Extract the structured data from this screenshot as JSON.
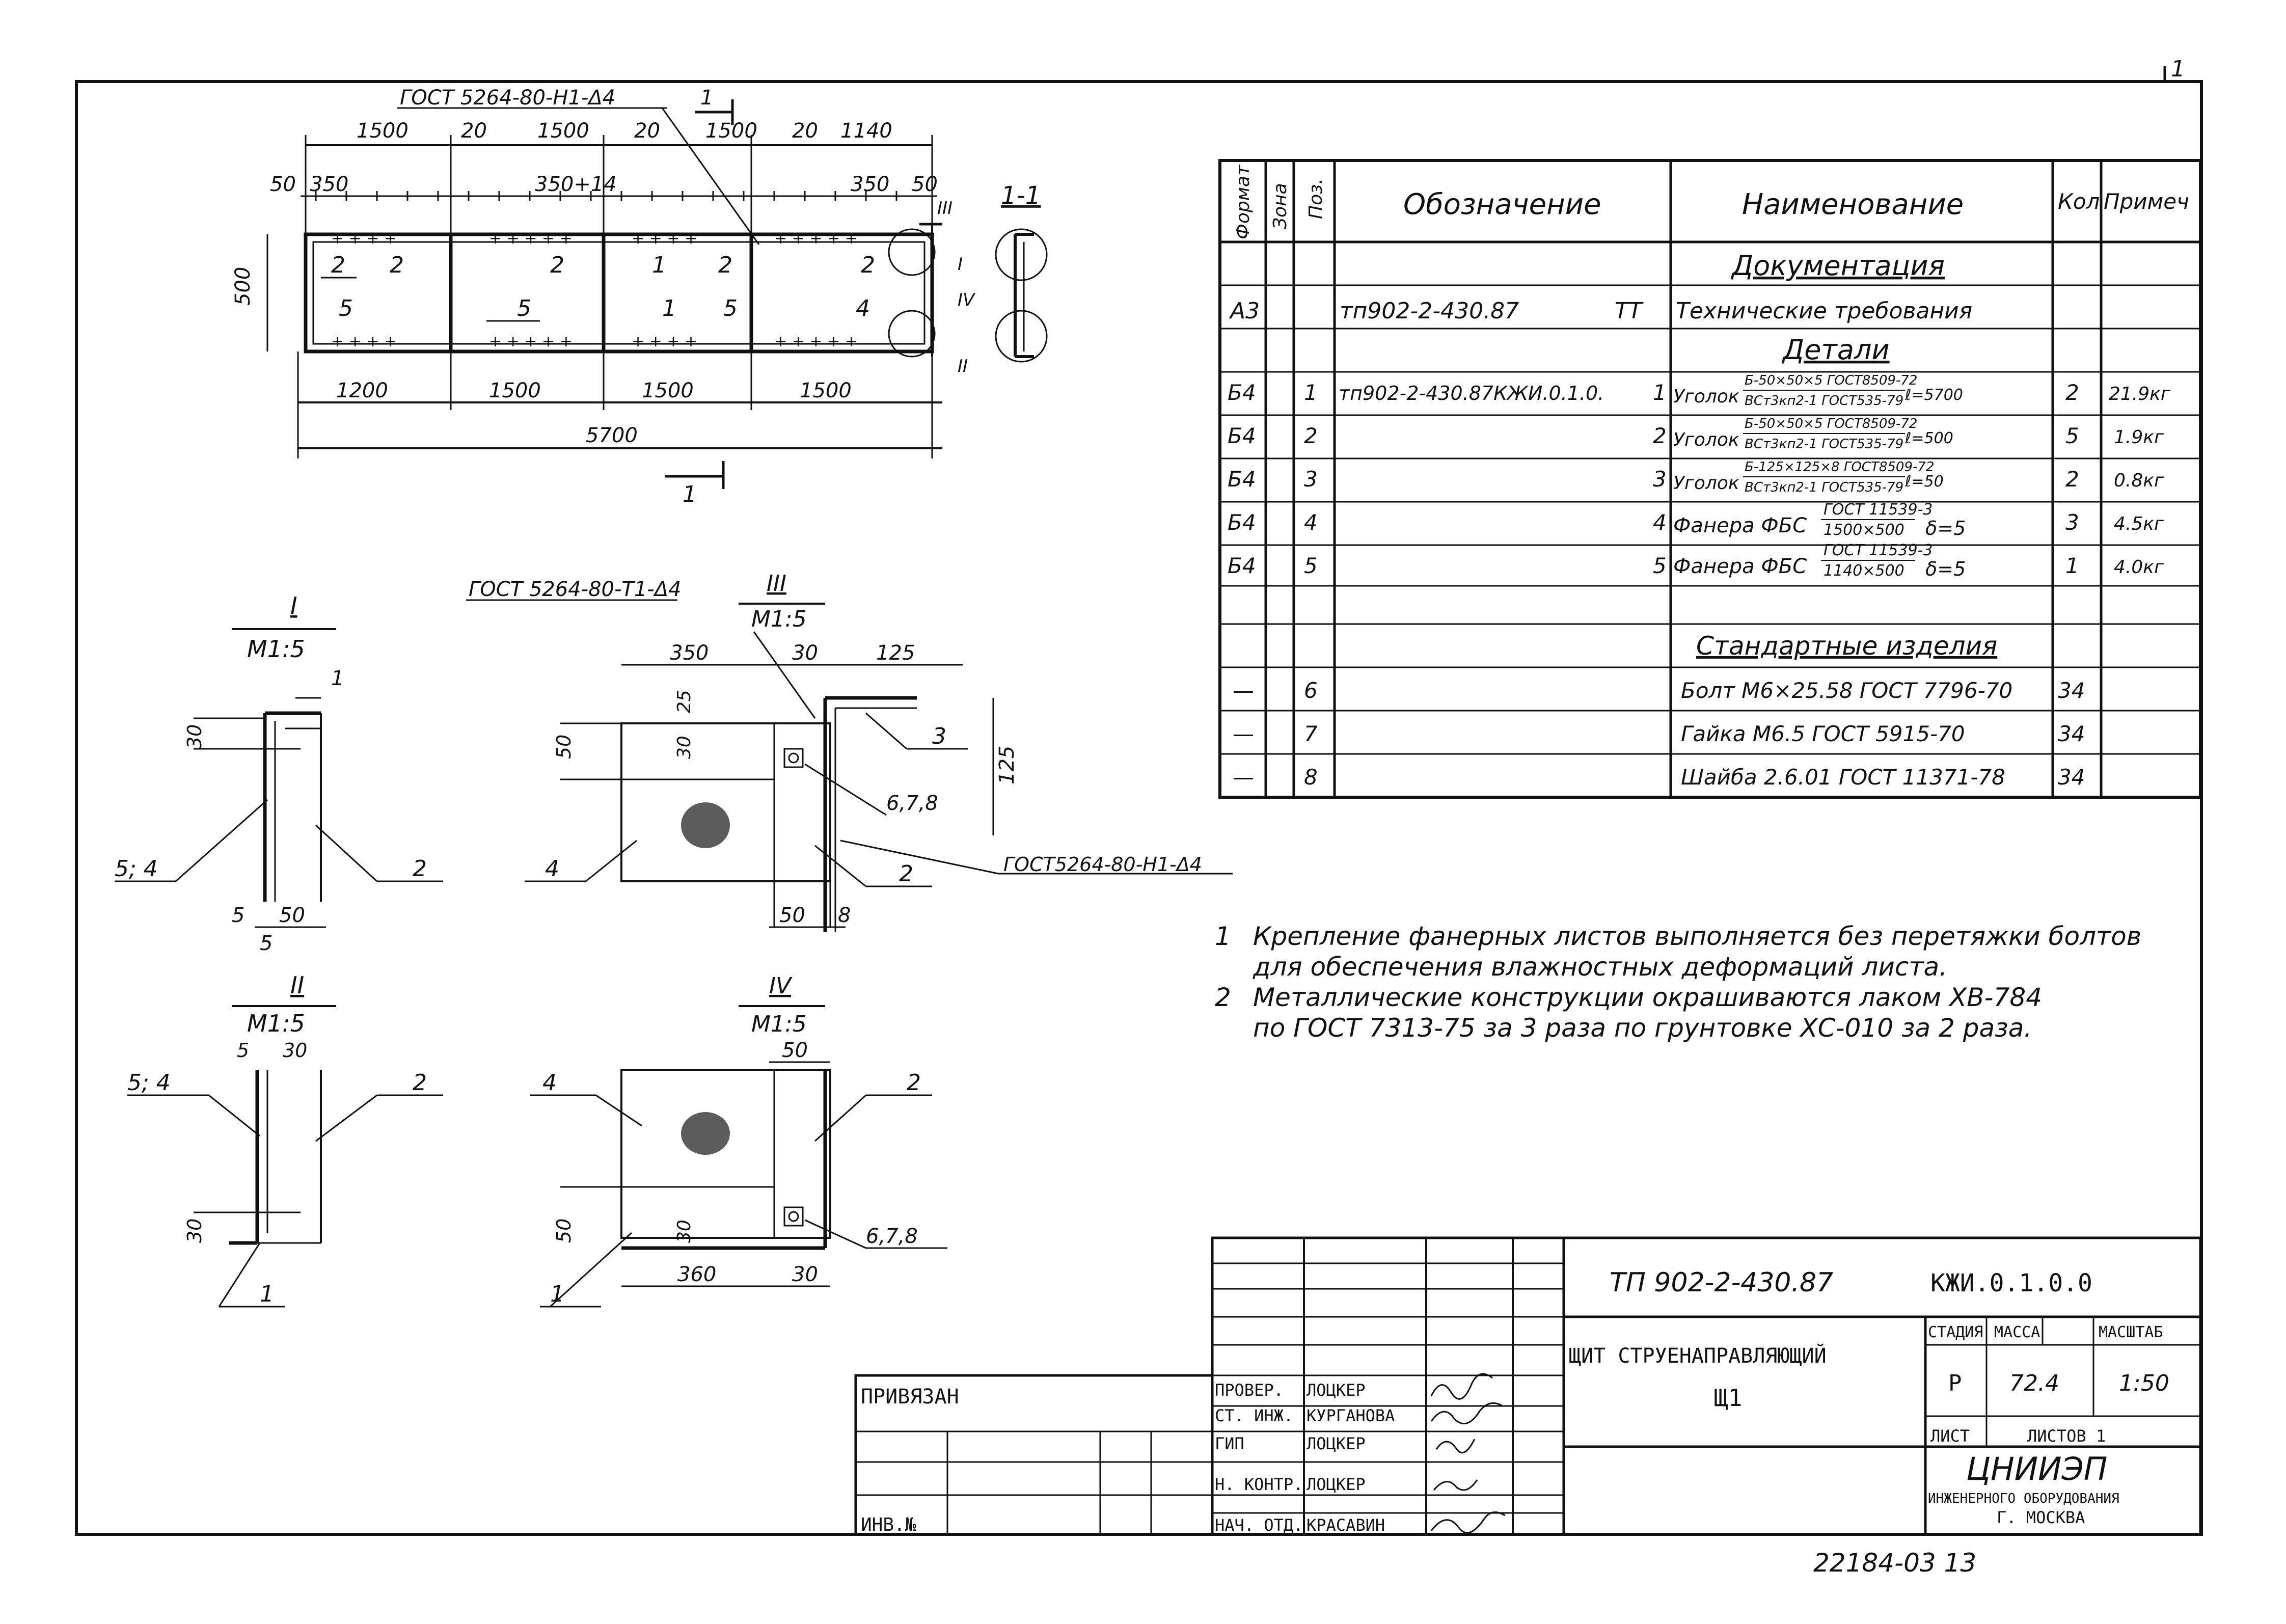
{
  "corner_mark": "1",
  "drawing": {
    "dims_top": [
      "1500",
      "20",
      "1500",
      "20",
      "1500",
      "20",
      "1140"
    ],
    "dims_second": [
      "50",
      "350",
      "350+14",
      "350",
      "50"
    ],
    "dim_height": "500",
    "dims_bottom": [
      "1200",
      "1500",
      "1500",
      "1500"
    ],
    "dim_total": "5700",
    "weld_top": "ГОСТ 5264-80-Н1-Δ4",
    "section_mark": "1",
    "section_title": "1-1",
    "part_labels_top": [
      "2",
      "2",
      "2",
      "1",
      "2",
      "2"
    ],
    "part_labels_bottom": [
      "5",
      "5",
      "1",
      "5",
      "4"
    ],
    "callouts": [
      "III",
      "I",
      "IV",
      "II"
    ]
  },
  "detail_I": {
    "title": "I",
    "scale": "М1:5",
    "labels": [
      "1",
      "30",
      "5; 4",
      "2",
      "5",
      "50",
      "5"
    ]
  },
  "detail_III": {
    "weld": "ГОСТ 5264-80-Т1-Δ4",
    "title": "III",
    "scale": "М1:5",
    "dims": [
      "350",
      "30",
      "125",
      "25",
      "50",
      "30",
      "125",
      "50",
      "8"
    ],
    "labels": [
      "3",
      "6,7,8",
      "4",
      "2"
    ],
    "weld2": "ГОСТ5264-80-Н1-Δ4"
  },
  "detail_II": {
    "title": "II",
    "scale": "М1:5",
    "labels": [
      "5",
      "30",
      "5; 4",
      "2",
      "30",
      "1"
    ]
  },
  "detail_IV": {
    "title": "IV",
    "scale": "М1:5",
    "labels": [
      "50",
      "4",
      "2",
      "50",
      "30",
      "6,7,8",
      "1",
      "360",
      "30"
    ]
  },
  "spec": {
    "headers": [
      "Формат",
      "Зона",
      "Поз.",
      "Обозначение",
      "Наименование",
      "Кол",
      "Примеч"
    ],
    "section_docs": "Документация",
    "doc_row": {
      "format": "А3",
      "designation": "тп902-2-430.87",
      "code": "ТТ",
      "name": "Технические требования"
    },
    "section_parts": "Детали",
    "parts": [
      {
        "format": "Б4",
        "pos": "1",
        "designation": "тп902-2-430.87КЖИ.0.1.0.",
        "num": "1",
        "name": "Уголок",
        "spec_top": "Б-50×50×5 ГОСТ8509-72",
        "spec_bottom": "ВСт3кп2-1 ГОСТ535-79",
        "len": "ℓ=5700",
        "qty": "2",
        "note": "21.9кг"
      },
      {
        "format": "Б4",
        "pos": "2",
        "designation": "",
        "num": "2",
        "name": "Уголок",
        "spec_top": "Б-50×50×5 ГОСТ8509-72",
        "spec_bottom": "ВСт3кп2-1 ГОСТ535-79",
        "len": "ℓ=500",
        "qty": "5",
        "note": "1.9кг"
      },
      {
        "format": "Б4",
        "pos": "3",
        "designation": "",
        "num": "3",
        "name": "Уголок",
        "spec_top": "Б-125×125×8 ГОСТ8509-72",
        "spec_bottom": "ВСт3кп2-1 ГОСТ535-79",
        "len": "ℓ=50",
        "qty": "2",
        "note": "0.8кг"
      },
      {
        "format": "Б4",
        "pos": "4",
        "designation": "",
        "num": "4",
        "name": "Фанера ФБС",
        "spec_top": "ГОСТ 11539-3",
        "spec_bottom": "1500×500",
        "len": "δ=5",
        "qty": "3",
        "note": "4.5кг"
      },
      {
        "format": "Б4",
        "pos": "5",
        "designation": "",
        "num": "5",
        "name": "Фанера ФБС",
        "spec_top": "ГОСТ 11539-3",
        "spec_bottom": "1140×500",
        "len": "δ=5",
        "qty": "1",
        "note": "4.0кг"
      }
    ],
    "section_std": "Стандартные изделия",
    "std": [
      {
        "format": "—",
        "pos": "6",
        "name": "Болт М6×25.58 ГОСТ 7796-70",
        "qty": "34"
      },
      {
        "format": "—",
        "pos": "7",
        "name": "Гайка М6.5 ГОСТ 5915-70",
        "qty": "34"
      },
      {
        "format": "—",
        "pos": "8",
        "name": "Шайба 2.6.01 ГОСТ 11371-78",
        "qty": "34"
      }
    ]
  },
  "notes": [
    {
      "num": "1",
      "lines": [
        "Крепление фанерных листов выполняется без перетяжки болтов",
        "для обеспечения влажностных деформаций листа."
      ]
    },
    {
      "num": "2",
      "lines": [
        "Металлические конструкции окрашиваются лаком ХВ-784",
        "по ГОСТ 7313-75 за 3 раза по грунтовке ХС-010 за 2 раза."
      ]
    }
  ],
  "stamp": {
    "project": "ТП 902-2-430.87",
    "code": "КЖИ.0.1.0.0",
    "title": "ЩИТ СТРУЕНАПРАВЛЯЮЩИЙ",
    "mark": "Щ1",
    "stage_label": "СТАДИЯ",
    "mass_label": "МАССА",
    "scale_label": "МАСШТАБ",
    "stage": "Р",
    "mass": "72.4",
    "scale": "1:50",
    "sheet_label": "ЛИСТ",
    "sheets_label": "ЛИСТОВ 1",
    "org": "ЦНИИЭП",
    "org_sub": "ИНЖЕНЕРНОГО ОБОРУДОВАНИЯ",
    "city": "Г. МОСКВА",
    "bound": "ПРИВЯЗАН",
    "inv": "ИНВ.№",
    "roles": [
      "ПРОВЕР.",
      "СТ. ИНЖ.",
      "ГИП",
      "Н. КОНТР.",
      "НАЧ. ОТД."
    ],
    "names": [
      "ЛОЦКЕР",
      "КУРГАНОВА",
      "ЛОЦКЕР",
      "ЛОЦКЕР",
      "КРАСАВИН"
    ]
  },
  "footer_number": "22184-03 13"
}
